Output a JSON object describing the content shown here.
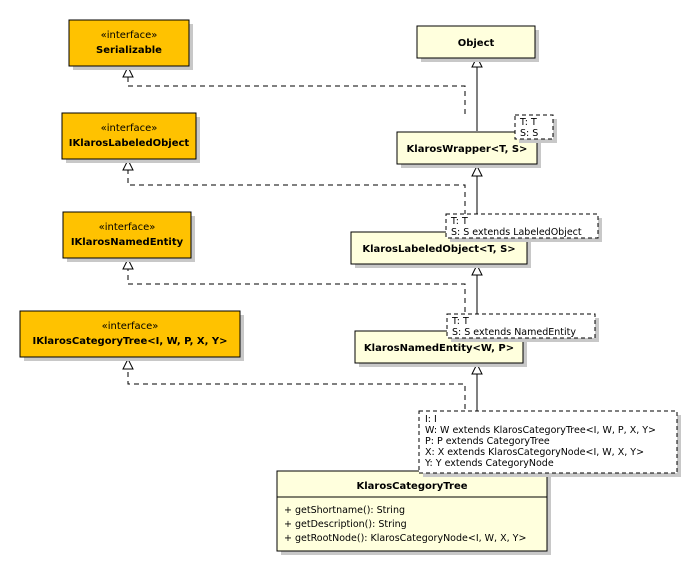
{
  "colors": {
    "interface_fill": "#ffc200",
    "class_fill": "#ffffdd",
    "stroke": "#000000",
    "shadow": "#c8c8c8"
  },
  "interfaces": [
    {
      "stereotype": "«interface»",
      "name": "Serializable"
    },
    {
      "stereotype": "«interface»",
      "name": "IKlarosLabeledObject"
    },
    {
      "stereotype": "«interface»",
      "name": "IKlarosNamedEntity"
    },
    {
      "stereotype": "«interface»",
      "name": "IKlarosCategoryTree<I, W, P, X, Y>"
    }
  ],
  "classes": [
    {
      "name": "Object"
    },
    {
      "name": "KlarosWrapper<T, S>"
    },
    {
      "name": "KlarosLabeledObject<T, S>"
    },
    {
      "name": "KlarosNamedEntity<W, P>"
    },
    {
      "name": "KlarosCategoryTree",
      "operations": [
        "+ getShortname(): String",
        "+ getDescription(): String",
        "+ getRootNode(): KlarosCategoryNode<I, W, X, Y>"
      ]
    }
  ],
  "template_params": [
    {
      "lines": [
        "T: T",
        "S: S"
      ]
    },
    {
      "lines": [
        "T: T",
        "S: S extends LabeledObject"
      ]
    },
    {
      "lines": [
        "T: T",
        "S: S extends NamedEntity"
      ]
    },
    {
      "lines": [
        "I: I",
        "W: W extends KlarosCategoryTree<I, W, P, X, Y>",
        "P: P extends CategoryTree",
        "X: X extends KlarosCategoryNode<I, W, X, Y>",
        "Y: Y extends CategoryNode"
      ]
    }
  ]
}
